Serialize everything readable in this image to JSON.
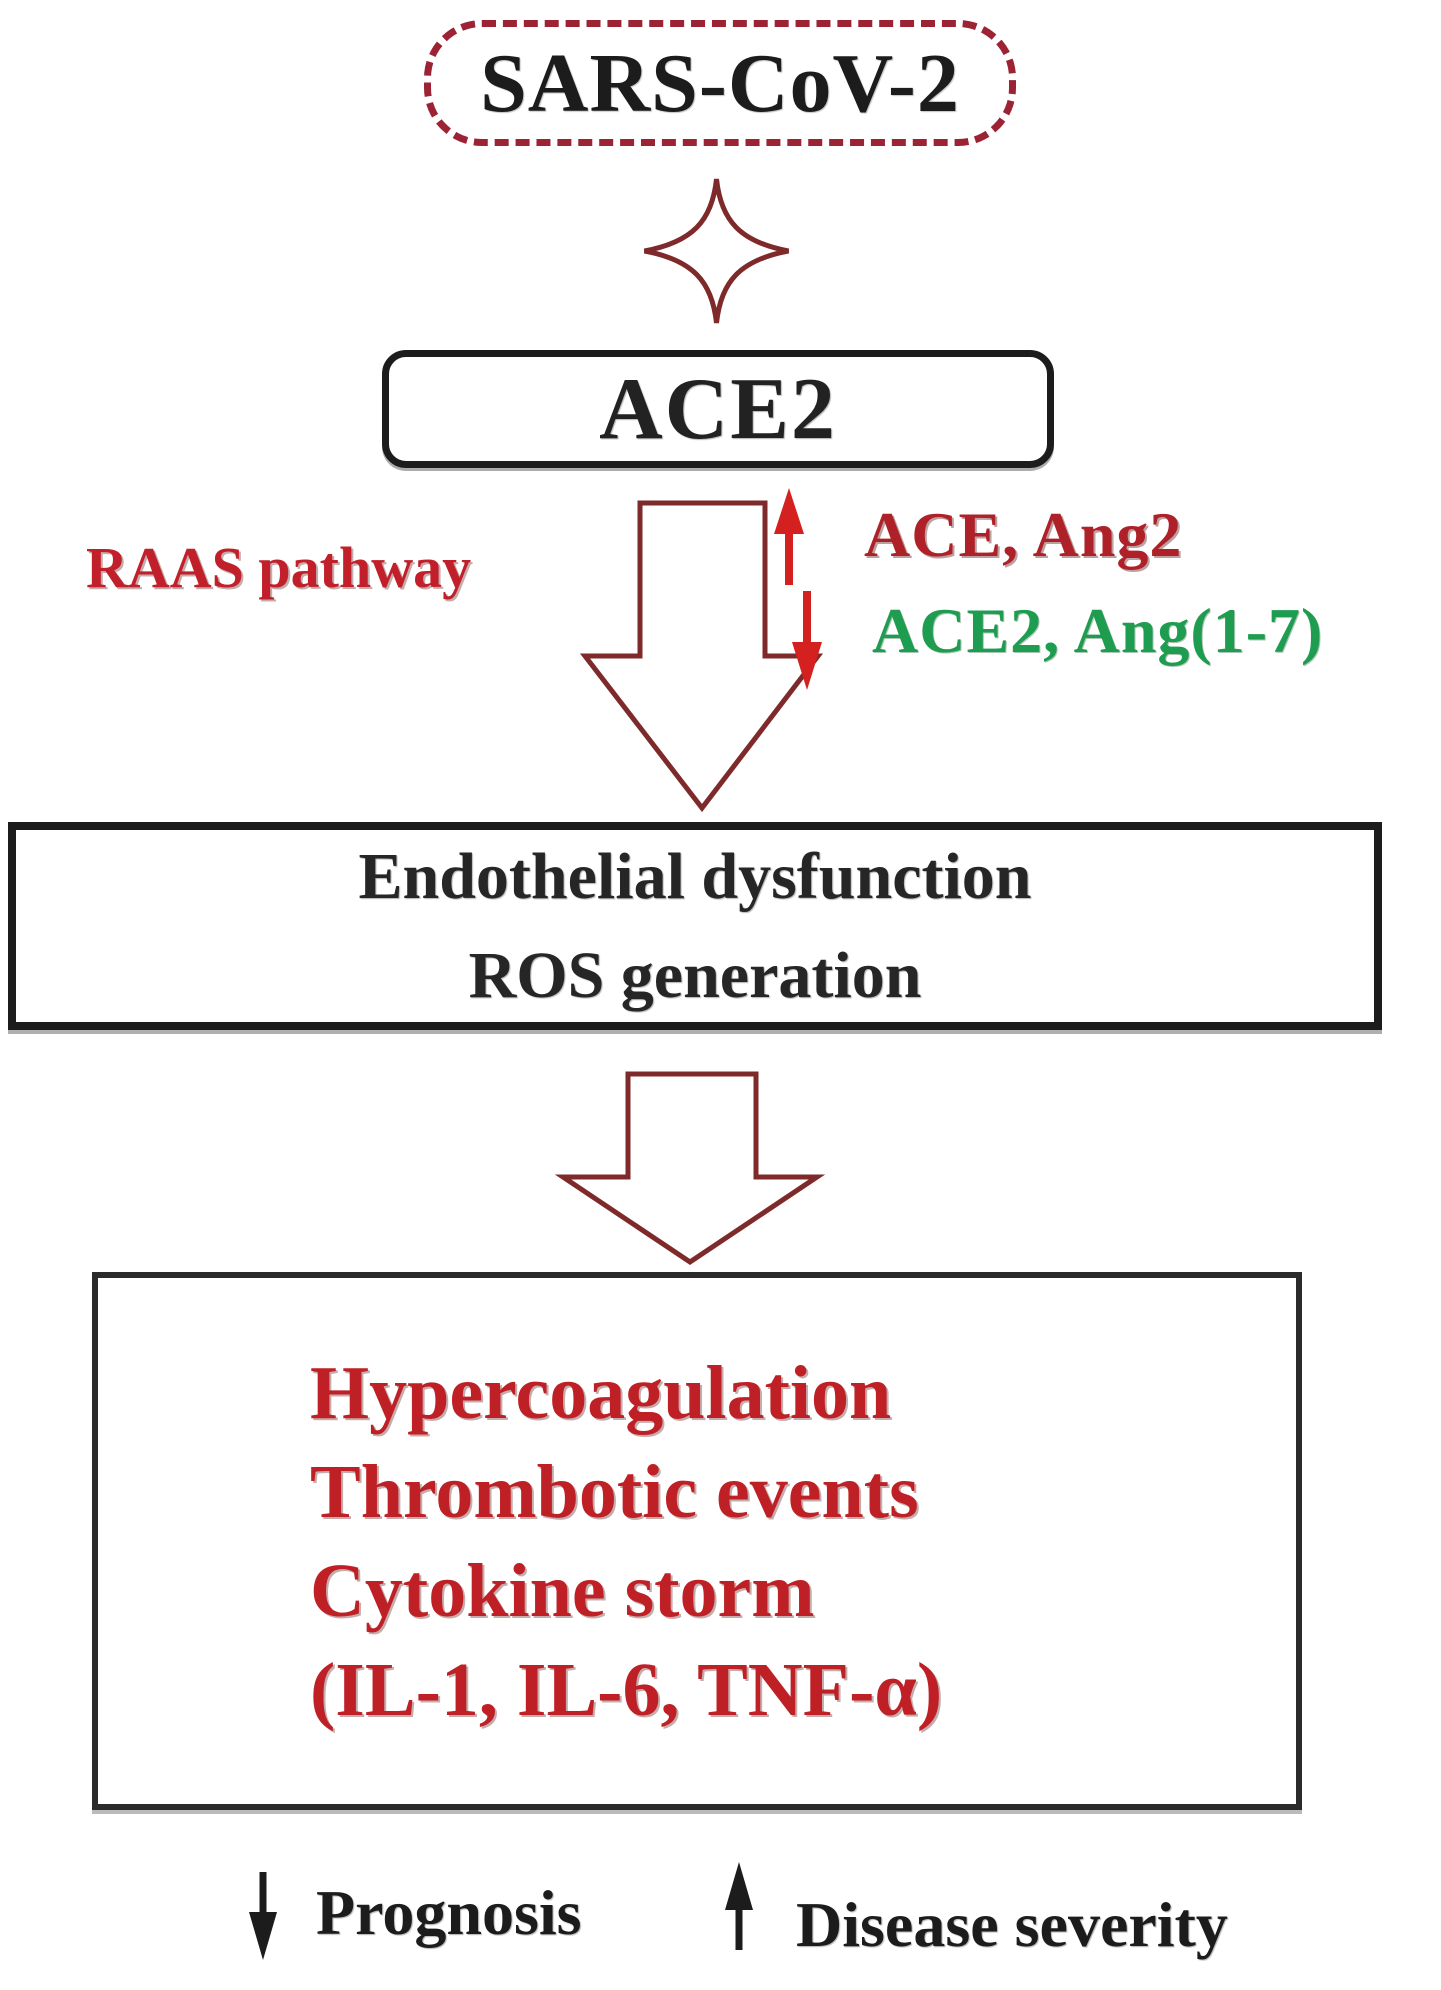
{
  "figure": {
    "nodes": {
      "virus": {
        "label": "SARS-CoV-2"
      },
      "receptor": {
        "label": "ACE2"
      },
      "middle": {
        "lines": [
          "Endothelial dysfunction",
          "ROS generation"
        ]
      },
      "outcome": {
        "lines": [
          "Hypercoagulation",
          "Thrombotic events",
          "Cytokine storm",
          "(IL-1, IL-6, TNF-α)"
        ]
      }
    },
    "labels": {
      "raas": "RAAS pathway",
      "increase": "ACE, Ang2",
      "decrease": "ACE2, Ang(1-7)",
      "prognosis": "Prognosis",
      "severity": "Disease severity"
    },
    "icons": {
      "binding": "four-point-star",
      "flow1": "block-arrow-down",
      "flow2": "block-arrow-down",
      "increase": "up-arrow",
      "decrease": "down-arrow",
      "prognosis": "down-arrow",
      "severity": "up-arrow"
    },
    "colors": {
      "outline_maroon": "#7E2A2B",
      "dash_red": "#9B2333",
      "raas_red": "#C1202A",
      "increase_red": "#AE2128",
      "decrease_green": "#1E9C50",
      "outcome_red": "#BE2026",
      "arrow_red": "#D4211F",
      "ink_black": "#1C1C1C"
    }
  }
}
